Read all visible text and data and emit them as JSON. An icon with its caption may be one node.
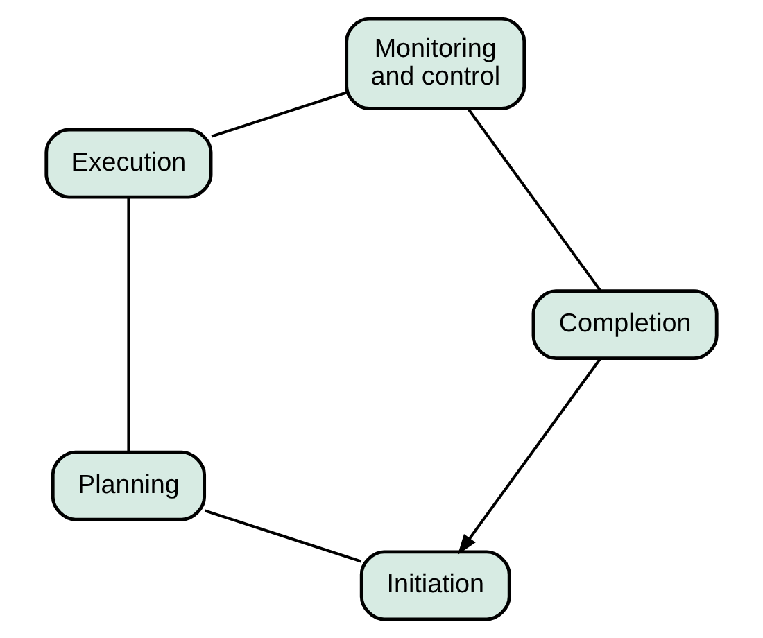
{
  "diagram": {
    "nodes": [
      {
        "text": [
          "Initiation"
        ]
      },
      {
        "text": [
          "Planning"
        ]
      },
      {
        "text": [
          "Execution"
        ]
      },
      {
        "text": [
          "Monitoring and control"
        ]
      },
      {
        "text": [
          "Completion"
        ]
      }
    ],
    "edges": [
      {
        "from": 0,
        "to": 1,
        "arrow": "none"
      },
      {
        "from": 1,
        "to": 2,
        "arrow": "none"
      },
      {
        "from": 2,
        "to": 3,
        "arrow": "none"
      },
      {
        "from": 3,
        "to": 4,
        "arrow": "none"
      },
      {
        "from": 4,
        "to": 0,
        "arrow": "to"
      }
    ]
  }
}
